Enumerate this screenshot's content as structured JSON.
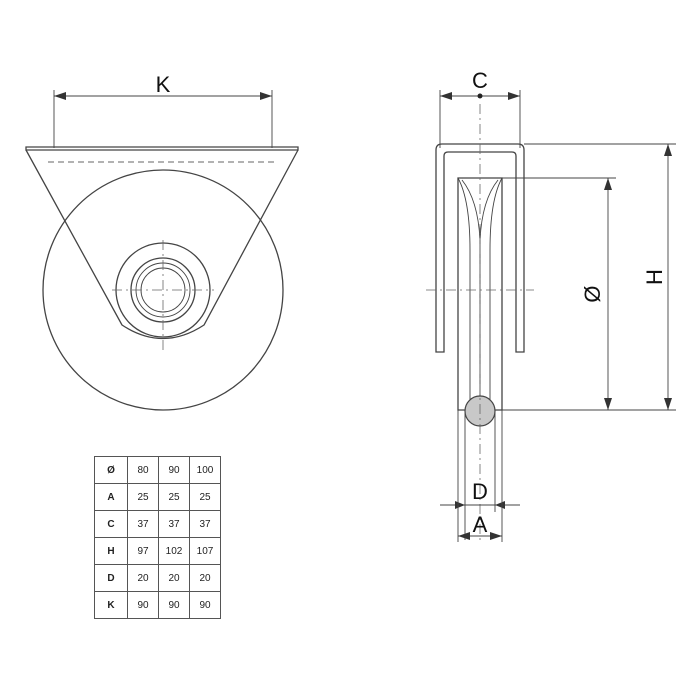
{
  "labels": {
    "k": "K",
    "c": "C",
    "diameter": "Ø",
    "h": "H",
    "d": "D",
    "a": "A"
  },
  "table": {
    "rows": [
      {
        "key": "Ø",
        "values": [
          "80",
          "90",
          "100"
        ]
      },
      {
        "key": "A",
        "values": [
          "25",
          "25",
          "25"
        ]
      },
      {
        "key": "C",
        "values": [
          "37",
          "37",
          "37"
        ]
      },
      {
        "key": "H",
        "values": [
          "97",
          "102",
          "107"
        ]
      },
      {
        "key": "D",
        "values": [
          "20",
          "20",
          "20"
        ]
      },
      {
        "key": "K",
        "values": [
          "90",
          "90",
          "90"
        ]
      }
    ]
  }
}
